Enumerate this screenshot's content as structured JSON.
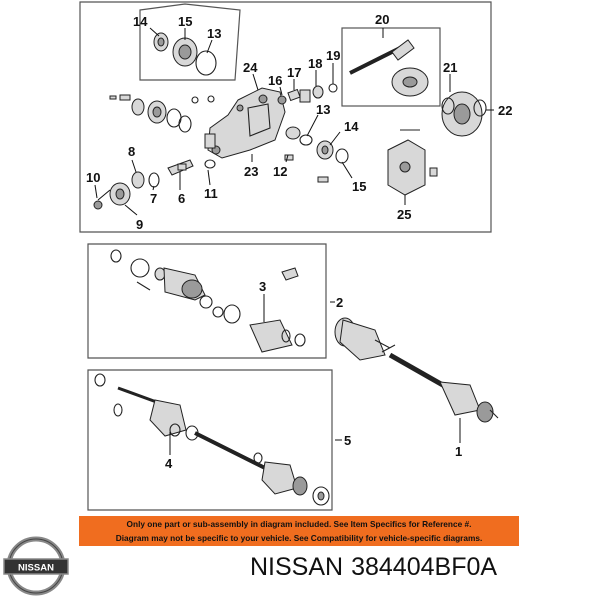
{
  "callouts": {
    "n1": "1",
    "n2": "2",
    "n3": "3",
    "n4": "4",
    "n5": "5",
    "n6": "6",
    "n7": "7",
    "n8": "8",
    "n9": "9",
    "n10": "10",
    "n11": "11",
    "n12": "12",
    "n13a": "13",
    "n13b": "13",
    "n14a": "14",
    "n14b": "14",
    "n15a": "15",
    "n15b": "15",
    "n16": "16",
    "n17": "17",
    "n18": "18",
    "n19": "19",
    "n20": "20",
    "n21": "21",
    "n22": "22",
    "n23": "23",
    "n24": "24",
    "n25": "25"
  },
  "notice": {
    "line1": "Only one part or sub-assembly in diagram included. See Item Specifics for Reference #.",
    "line2": "Diagram may not be specific to your vehicle. See Compatibility for vehicle-specific diagrams.",
    "color": "#f06d1f"
  },
  "brand": {
    "logo_text": "NISSAN",
    "name": "NISSAN",
    "part_number": "384404BF0A"
  }
}
